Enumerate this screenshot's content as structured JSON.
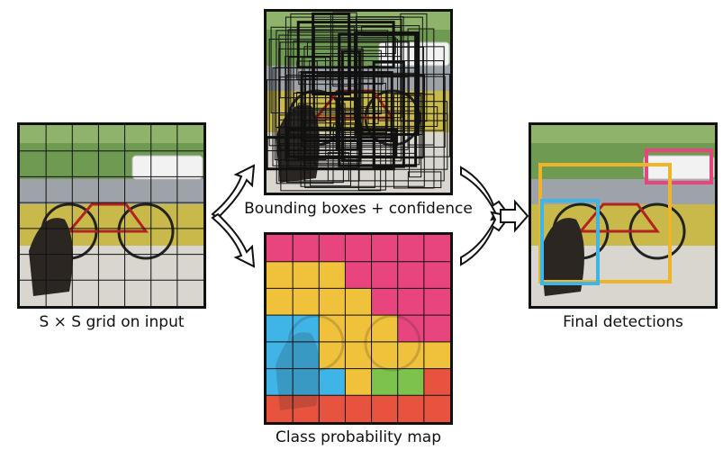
{
  "captions": {
    "input_grid": "S × S grid on input",
    "bounding_boxes": "Bounding boxes + confidence",
    "class_map": "Class probability map",
    "final": "Final detections"
  },
  "grid_size": 7,
  "class_colors": {
    "magenta": "#e8457f",
    "yellow": "#f0c13a",
    "blue": "#3fb4e6",
    "green": "#7cc24c",
    "red": "#e8533f"
  },
  "class_map_cells": [
    [
      "magenta",
      "magenta",
      "magenta",
      "magenta",
      "magenta",
      "magenta",
      "magenta"
    ],
    [
      "yellow",
      "yellow",
      "yellow",
      "magenta",
      "magenta",
      "magenta",
      "magenta"
    ],
    [
      "yellow",
      "yellow",
      "yellow",
      "yellow",
      "magenta",
      "magenta",
      "magenta"
    ],
    [
      "blue",
      "blue",
      "yellow",
      "yellow",
      "yellow",
      "magenta",
      "magenta"
    ],
    [
      "blue",
      "blue",
      "yellow",
      "yellow",
      "yellow",
      "yellow",
      "yellow"
    ],
    [
      "blue",
      "blue",
      "blue",
      "yellow",
      "green",
      "green",
      "red"
    ],
    [
      "red",
      "red",
      "red",
      "red",
      "red",
      "red",
      "red"
    ]
  ],
  "detection_colors": {
    "car": "#e8457f",
    "bicycle": "#f0b429",
    "dog": "#3fb4e6"
  }
}
